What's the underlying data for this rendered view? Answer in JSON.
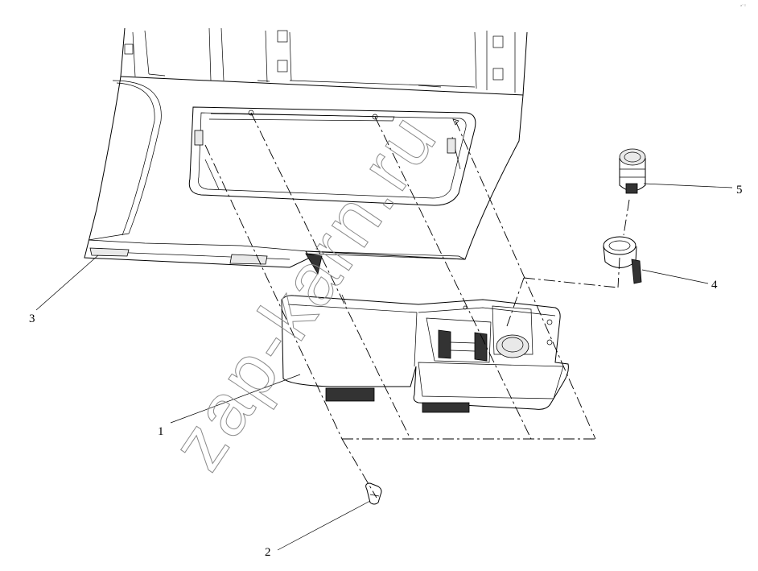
{
  "watermark": "zap-karn.ru",
  "corner_mark": "a° ≡",
  "callouts": [
    {
      "id": "1",
      "label": "1"
    },
    {
      "id": "2",
      "label": "2"
    },
    {
      "id": "3",
      "label": "3"
    },
    {
      "id": "4",
      "label": "4"
    },
    {
      "id": "5",
      "label": "5"
    }
  ]
}
